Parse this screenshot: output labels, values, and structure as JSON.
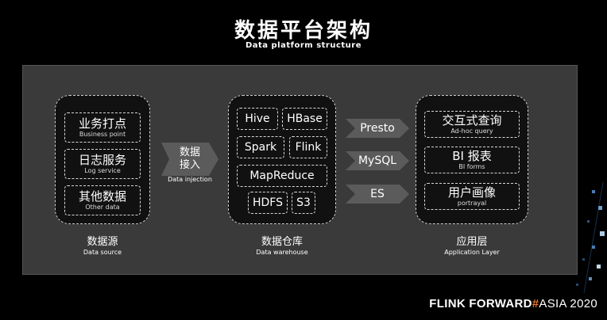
{
  "title": "数据平台架构",
  "subtitle": "Data platform structure",
  "sources": {
    "items": [
      {
        "cn": "业务打点",
        "en": "Business point"
      },
      {
        "cn": "日志服务",
        "en": "Log service"
      },
      {
        "cn": "其他数据",
        "en": "Other data"
      }
    ],
    "label_cn": "数据源",
    "label_en": "Data source"
  },
  "injection": {
    "line1": "数据",
    "line2": "接入",
    "en": "Data injection"
  },
  "warehouse": {
    "items": [
      "Hive",
      "HBase",
      "Spark",
      "Flink",
      "MapReduce",
      "HDFS",
      "S3"
    ],
    "label_cn": "数据仓库",
    "label_en": "Data warehouse"
  },
  "engines": [
    "Presto",
    "MySQL",
    "ES"
  ],
  "apps": {
    "items": [
      {
        "cn": "交互式查询",
        "en": "Ad-hoc query"
      },
      {
        "cn": "BI 报表",
        "en": "BI forms"
      },
      {
        "cn": "用户画像",
        "en": "portrayal"
      }
    ],
    "label_cn": "应用层",
    "label_en": "Application Layer"
  },
  "brand": {
    "part1": "FLINK FORWARD",
    "hash": "#",
    "part2": "ASIA 2020"
  },
  "colors": {
    "accent": "#e8742a",
    "panel": "#3a3a3a"
  }
}
